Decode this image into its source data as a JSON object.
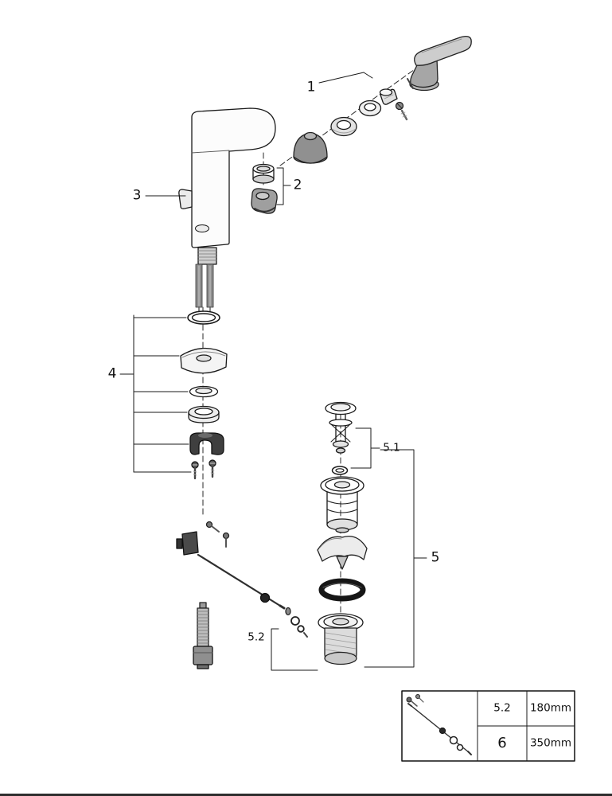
{
  "diagram": {
    "type": "exploded-parts-diagram",
    "subject": "single-lever basin mixer faucet with pop-up waste set",
    "colors": {
      "ink": "#1a1a1a",
      "background": "#ffffff",
      "metal_light": "#cfcfcf",
      "metal_dark": "#3f3f3f"
    },
    "callouts": {
      "handle": "1",
      "aerator": "2",
      "body": "3",
      "mounting": "4",
      "waste": "5",
      "plunger": "5.1",
      "rod_short": "5.2"
    },
    "spec_table": {
      "rows": [
        {
          "label": "5.2",
          "value": "180mm"
        },
        {
          "label": "6",
          "value": "350mm"
        }
      ]
    }
  }
}
